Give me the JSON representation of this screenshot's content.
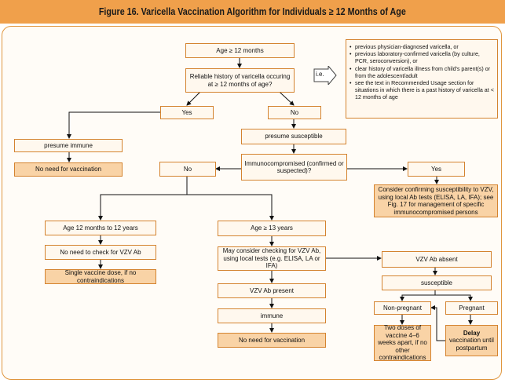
{
  "title": "Figure 16. Varicella Vaccination Algorithm for Individuals ≥ 12 Months of Age",
  "ie_label": "i.e.",
  "info_items": [
    "previous physician-diagnosed varicella, or",
    "previous laboratory-confirmed varicella (by culture, PCR, seroconversion), or",
    "clear history of varicella illness from child's parent(s) or from the adolescent/adult",
    "see the text in Recommended Usage section for situations in which there is a past history of varicella at < 12 months of age"
  ],
  "nodes": {
    "age12": "Age ≥ 12 months",
    "reliable": "Reliable history of varicella occuring at ≥ 12 months of age?",
    "yes1": "Yes",
    "no1": "No",
    "presume_immune": "presume immune",
    "no_need_vacc": "No need for vaccination",
    "presume_susc": "presume susceptible",
    "immunocomp": "Immunocompromised (confirmed or suspected)?",
    "no2": "No",
    "yes2": "Yes",
    "consider": "Consider confirming susceptibility to VZV, using local Ab tests (ELISA, LA, IFA); see Fig. 17 for management of specific immunocompromised persons",
    "age_12m_12y": "Age 12 months to 12 years",
    "no_need_check": "No need to check for VZV Ab",
    "single_dose": "Single vaccine dose, if no contraindications",
    "age13": "Age ≥ 13 years",
    "may_consider": "May consider checking for VZV Ab, using local tests (e.g. ELISA, LA or IFA)",
    "vzv_present": "VZV Ab present",
    "immune": "immune",
    "no_need_vacc2": "No need for vaccination",
    "vzv_absent": "VZV Ab absent",
    "susceptible": "susceptible",
    "non_pregnant": "Non-pregnant",
    "pregnant": "Pregnant",
    "two_doses": "Two doses of vaccine 4–6 weeks apart, if no other contraindications",
    "delay_bold": "Delay",
    "delay_rest": " vaccination until postpartum"
  },
  "colors": {
    "header": "#f0a04b",
    "border": "#d4832f",
    "box_fill": "#fff8ee",
    "box_dark_fill": "#f9d3a6"
  }
}
